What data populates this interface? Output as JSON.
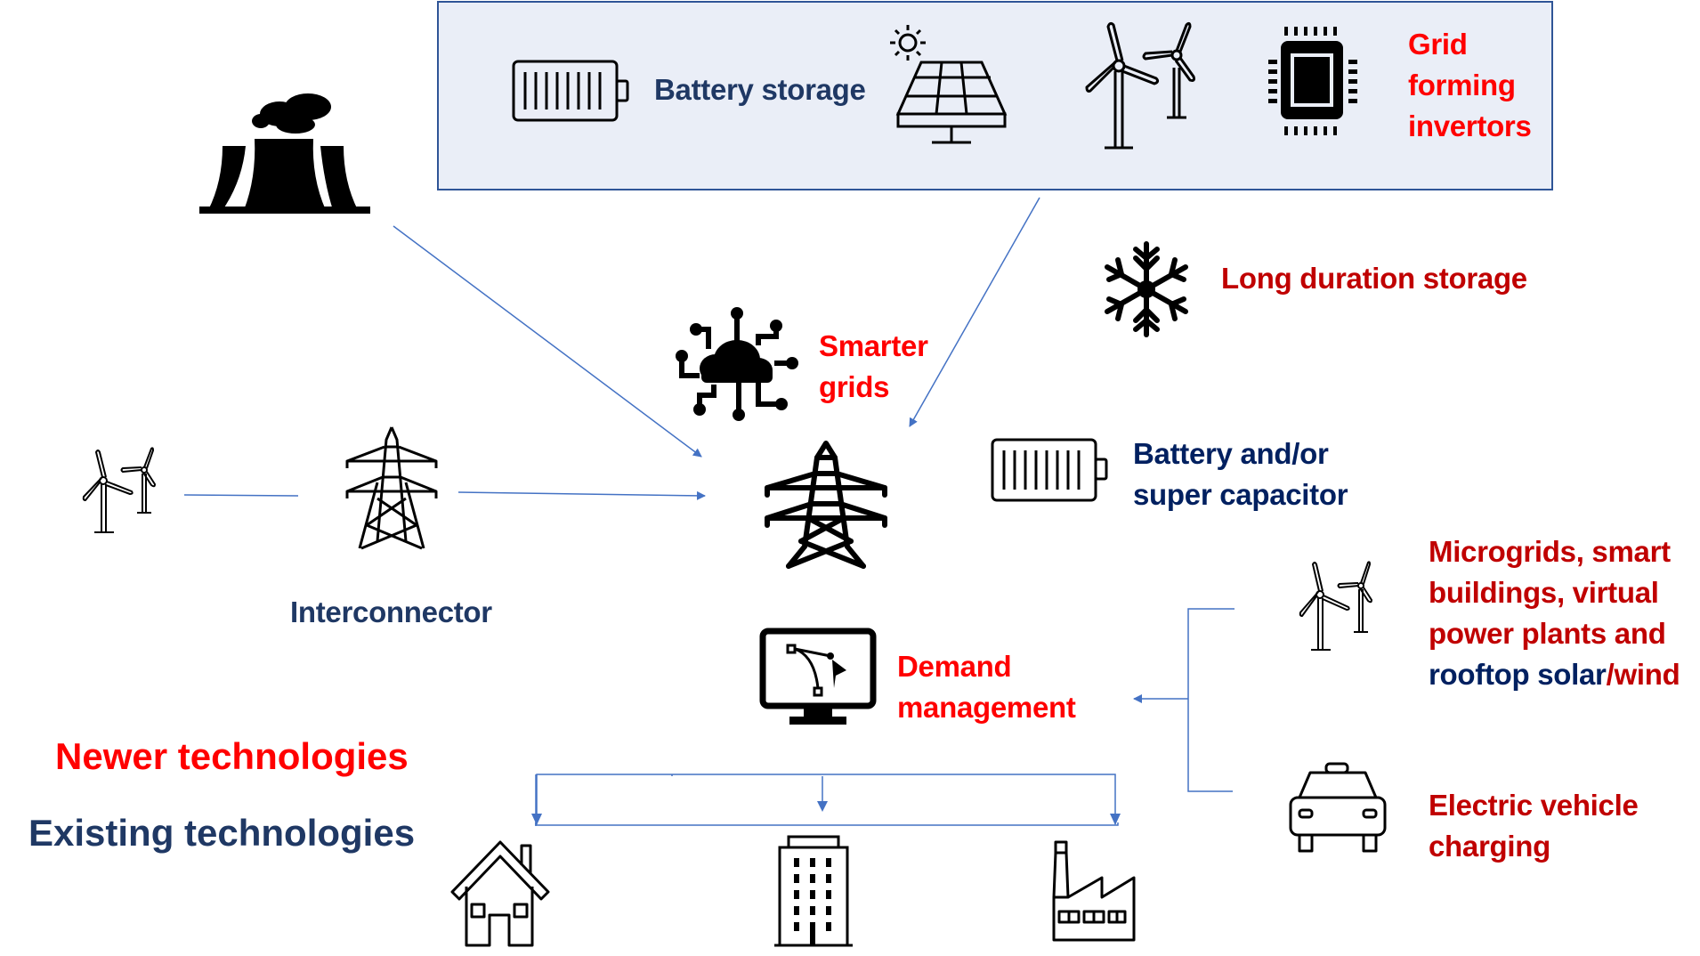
{
  "title": "Energy grid technologies diagram",
  "colors": {
    "newer": "#ff0000",
    "newer_dark": "#c00000",
    "existing": "#1f3864",
    "existing_dark": "#002060",
    "arrow": "#4472c4",
    "panel_bg": "#eaeef7",
    "panel_border": "#2f5597"
  },
  "top_panel": {
    "battery_storage": "Battery storage",
    "grid_forming": [
      "Grid",
      "forming",
      "invertors"
    ],
    "icons": [
      "battery-icon",
      "solar-panel-icon",
      "wind-turbines-icon",
      "chip-icon"
    ]
  },
  "nodes": {
    "power_plant": {
      "icon": "power-plant-icon"
    },
    "smarter_grids": {
      "lines": [
        "Smarter",
        "grids"
      ],
      "icon": "cloud-network-icon"
    },
    "long_duration_storage": {
      "label": "Long duration storage",
      "icon": "snowflake-icon"
    },
    "battery_supercap": {
      "lines": [
        "Battery and/or",
        "super capacitor"
      ],
      "icon": "battery-icon"
    },
    "interconnector": {
      "label": "Interconnector",
      "icon": "pylon-icon"
    },
    "central_grid": {
      "icon": "pylon-icon"
    },
    "wind_left": {
      "icon": "wind-turbines-icon"
    },
    "demand_management": {
      "lines": [
        "Demand",
        "management"
      ],
      "icon": "monitor-icon"
    },
    "microgrids": {
      "lines": [
        "Microgrids, smart",
        "buildings, virtual",
        "power plants and"
      ],
      "last_line_existing": "rooftop solar",
      "last_line_newer": "/wind",
      "icon": "wind-turbines-icon"
    },
    "ev_charging": {
      "lines": [
        "Electric vehicle",
        "charging"
      ],
      "icon": "car-icon"
    },
    "consumers": [
      "house-icon",
      "office-building-icon",
      "factory-icon"
    ]
  },
  "legend": {
    "newer": "Newer technologies",
    "existing": "Existing technologies"
  }
}
